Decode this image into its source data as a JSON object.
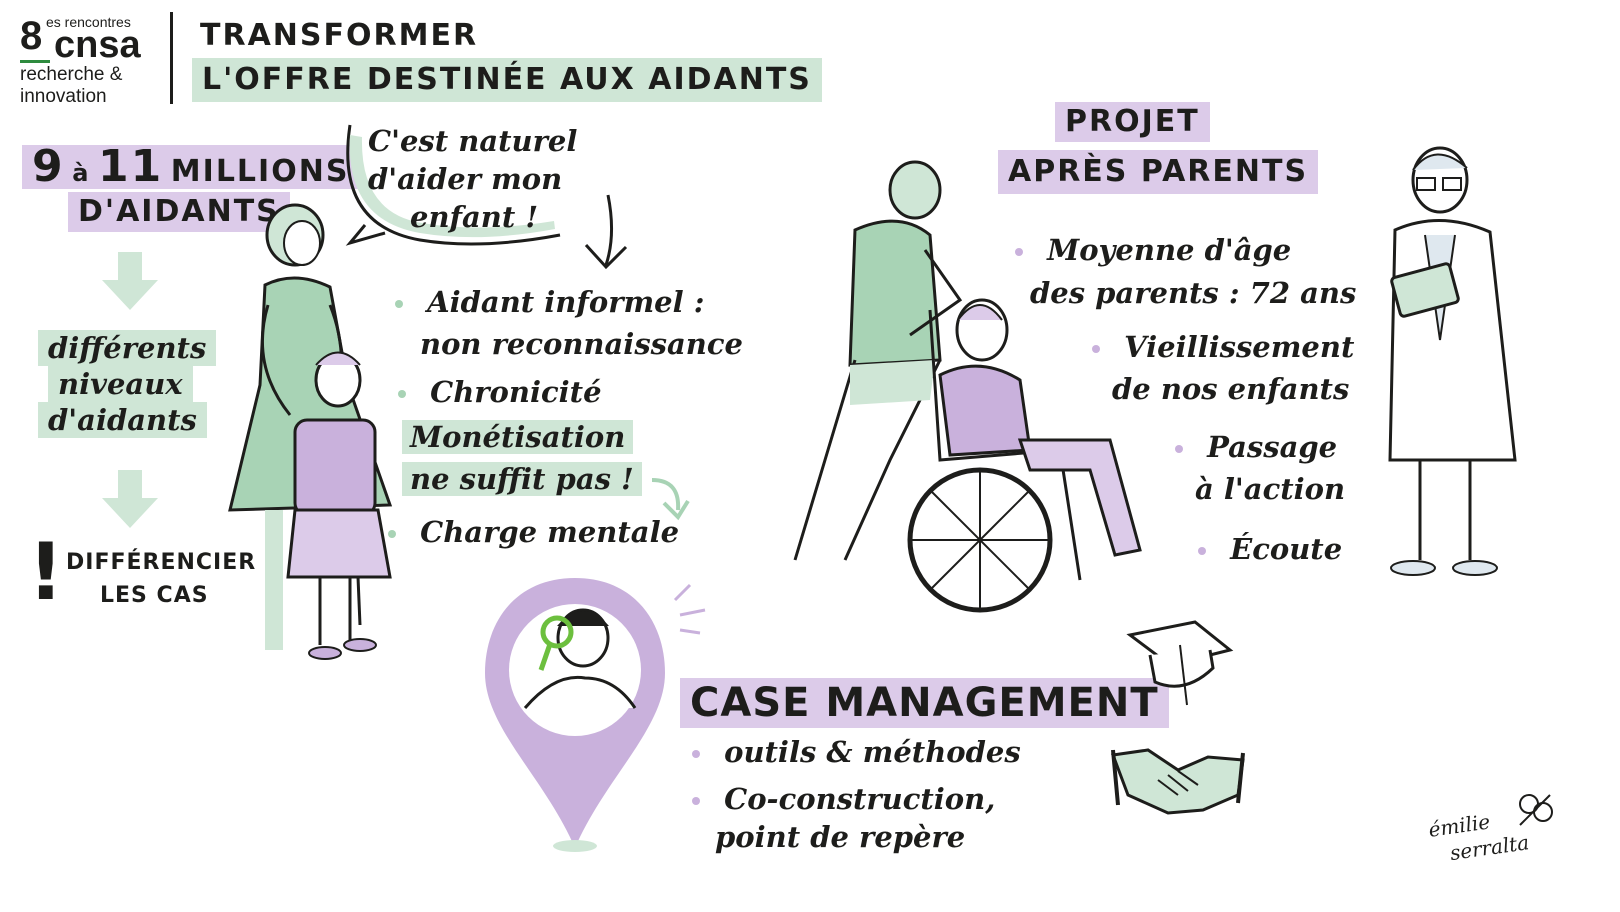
{
  "logo": {
    "number": "8",
    "superscript": "es rencontres",
    "brand": "cnsa",
    "line1": "recherche &",
    "line2": "innovation"
  },
  "title": {
    "line1": "TRANSFORMER",
    "line2": "L'OFFRE DESTINÉE AUX AIDANTS"
  },
  "left": {
    "stat_number_a": "9",
    "stat_a": "à",
    "stat_number_b": "11",
    "stat_unit": "MILLIONS",
    "stat_label": "D'AIDANTS",
    "levels": [
      "différents",
      "niveaux",
      "d'aidants"
    ],
    "exclamation": "!",
    "differencier_1": "DIFFÉRENCIER",
    "differencier_2": "LES CAS"
  },
  "bubble": {
    "lines": [
      "C'est naturel",
      "d'aider mon",
      "enfant !"
    ]
  },
  "middle_points": {
    "p1_line1": "Aidant informel :",
    "p1_line2": "non reconnaissance",
    "p2": "Chronicité",
    "p3_line1": "Monétisation",
    "p3_line2": "ne suffit pas !",
    "p4": "Charge mentale"
  },
  "projet": {
    "title1": "PROJET",
    "title2": "APRÈS PARENTS",
    "b1_line1": "Moyenne d'âge",
    "b1_line2": "des parents : 72 ans",
    "b2_line1": "Vieillissement",
    "b2_line2": "de nos enfants",
    "b3_line1": "Passage",
    "b3_line2": "à l'action",
    "b4": "Écoute"
  },
  "case": {
    "title": "CASE MANAGEMENT",
    "b1": "outils & méthodes",
    "b2_line1": "Co-construction,",
    "b2_line2": "point de repère"
  },
  "signature": {
    "line1": "émilie",
    "line2": "serralta"
  },
  "colors": {
    "green": "#a8d3b5",
    "green_light": "#cfe6d6",
    "purple": "#c9b1dc",
    "purple_light": "#dccbe9",
    "ink": "#1d1d1b",
    "logo_green": "#2e8b3e"
  }
}
